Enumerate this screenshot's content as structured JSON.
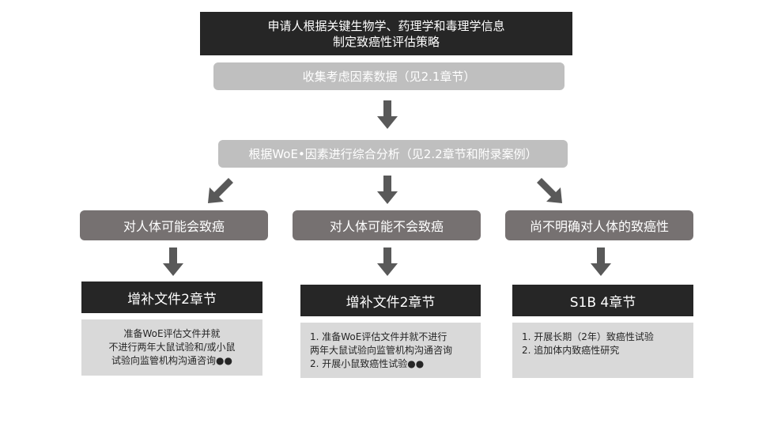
{
  "title": {
    "line1": "申请人根据关键生物学、药理学和毒理学信息",
    "line2": "制定致癌性评估策略"
  },
  "step1": "收集考虑因素数据（见2.1章节）",
  "step2": "根据WoE•因素进行综合分析（见2.2章节和附录案例）",
  "branches": [
    {
      "outcome": "对人体可能会致癌",
      "action": "增补文件2章节",
      "notes": [
        "准备WoE评估文件并就",
        "不进行两年大鼠试验和/或小鼠",
        "试验向监管机构沟通咨询●●"
      ]
    },
    {
      "outcome": "对人体可能不会致癌",
      "action": "增补文件2章节",
      "notes": [
        "1. 准备WoE评估文件并就不进行",
        "两年大鼠试验向监管机构沟通咨询",
        "2. 开展小鼠致癌性试验●●"
      ]
    },
    {
      "outcome": "尚不明确对人体的致癌性",
      "action": "S1B 4章节",
      "notes": [
        "1. 开展长期（2年）致癌性试验",
        "2. 追加体内致癌性研究"
      ]
    }
  ],
  "colors": {
    "dark_box": "#262626",
    "light_box": "#bfbfbf",
    "outcome_box": "#767171",
    "note_box": "#d9d9d9",
    "arrow": "#595959"
  }
}
